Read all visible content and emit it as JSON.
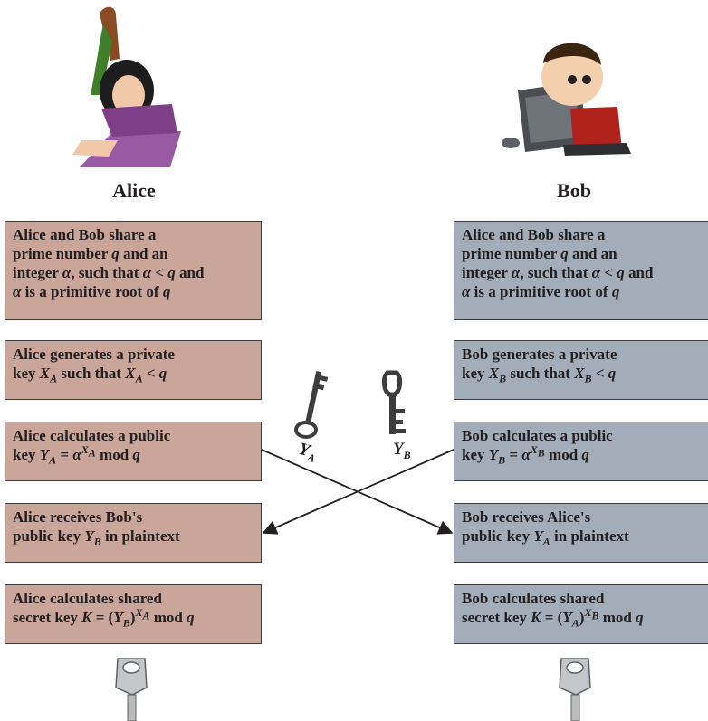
{
  "colors": {
    "alice": "#c9a59a",
    "bob": "#a3adba",
    "arrow": "#231f20"
  },
  "alice": {
    "name": "Alice",
    "steps": [
      "Alice and Bob share a|prime number {q} and an|integer {α}, such that {α} < {q} and|{α} is a primitive root of {q}",
      "Alice generates a private|key X_A such that X_A < q",
      "Alice calculates a public|key Y_A = α^X_A mod q",
      "Alice receives Bob's|public key Y_B in plaintext",
      "Alice calculates shared|secret key K = (Y_B)^X_A mod q"
    ]
  },
  "bob": {
    "name": "Bob",
    "steps": [
      "Alice and Bob share a|prime number q and an|integer α, such that α < q and|α is a primitive root of q",
      "Bob generates a private|key X_B such that X_B < q",
      "Bob calculates a public|key Y_B = α^X_B mod q",
      "Bob receives Alice's|public key Y_A in plaintext",
      "Bob calculates shared|secret key K = (Y_A)^X_B mod q"
    ]
  },
  "keys": {
    "alice_public": "Y",
    "alice_public_sub": "A",
    "bob_public": "Y",
    "bob_public_sub": "B"
  },
  "icons": [
    "alice-laptop-illustration",
    "bob-computer-illustration",
    "public-key-icon",
    "shared-key-icon"
  ]
}
